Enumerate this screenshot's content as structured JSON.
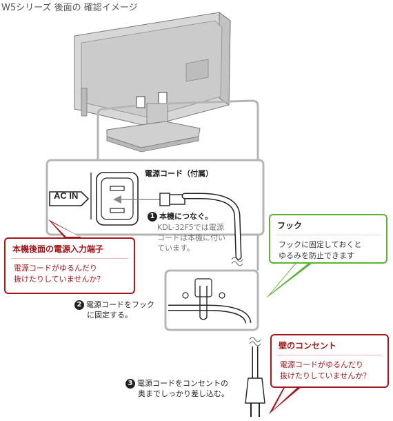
{
  "title": "W5シリーズ 後面の 確認イメージ",
  "ac_in_label": "AC IN",
  "power_cord_label": "電源コード（付属）",
  "step1": {
    "number": "1",
    "heading": "本機につなぐ。",
    "note_line1": "KDL-32F5では電源",
    "note_line2": "コードは本機に付い",
    "note_line3": "ています。"
  },
  "step2": {
    "number": "2",
    "line1": "電源コードをフック",
    "line2": "に固定する。"
  },
  "step3": {
    "number": "3",
    "line1": "電源コードをコンセントの",
    "line2": "奥までしっかり差し込む。"
  },
  "callout_input": {
    "heading": "本機後面の電源入力端子",
    "line1": "電源コードがゆるんだり",
    "line2": "抜けたりしていませんか？"
  },
  "callout_hook": {
    "heading": "フック",
    "line1": "フックに固定しておくと",
    "line2": "ゆるみを防止できます"
  },
  "callout_outlet": {
    "heading": "壁のコンセント",
    "line1": "電源コードがゆるんだり",
    "line2": "抜けたりしていませんか？"
  },
  "colors": {
    "red_accent": "#a5161b",
    "green_accent": "#5ab432",
    "frame_gray": "#b5b5b5"
  }
}
